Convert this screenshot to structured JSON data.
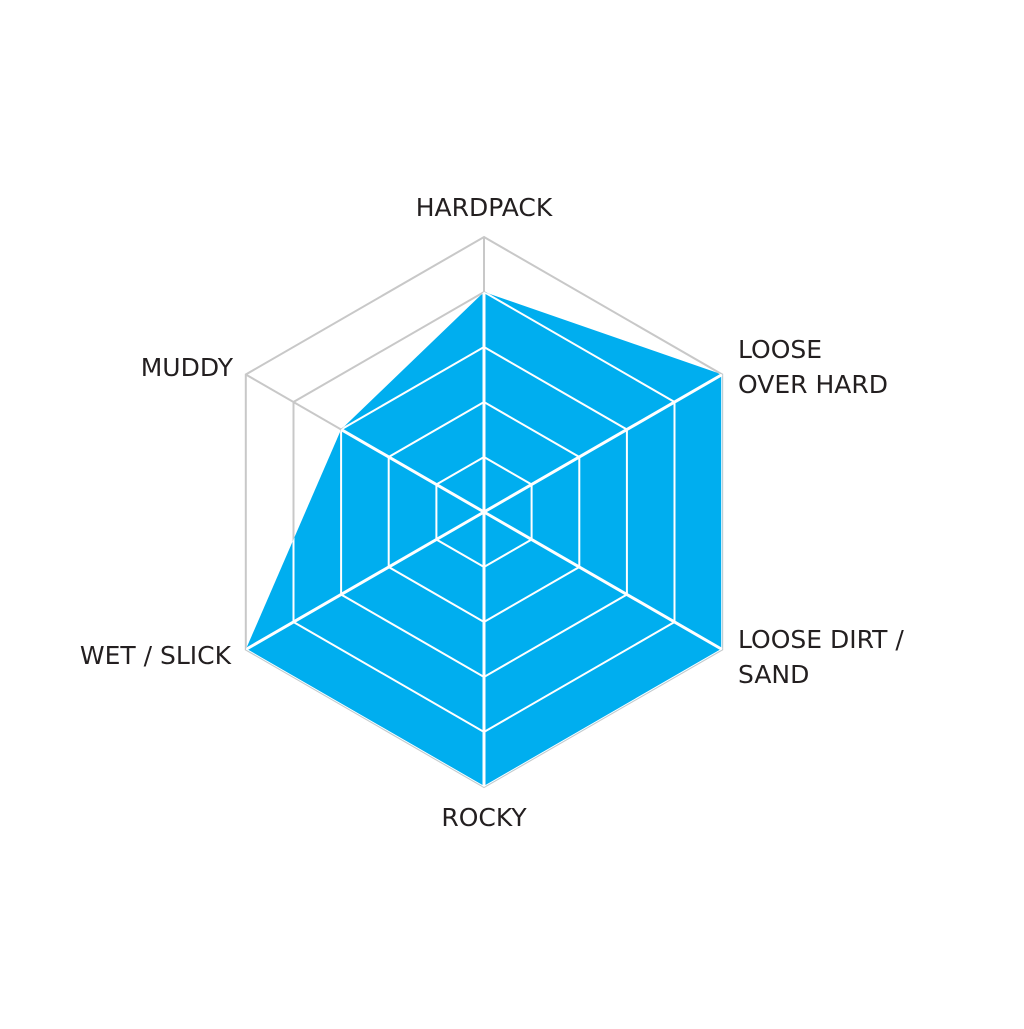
{
  "chart_data": {
    "type": "radar",
    "axes": [
      [
        "HARDPACK"
      ],
      [
        "LOOSE",
        "OVER HARD"
      ],
      [
        "LOOSE DIRT /",
        "SAND"
      ],
      [
        "ROCKY"
      ],
      [
        "WET / SLICK"
      ],
      [
        "MUDDY"
      ]
    ],
    "values": [
      4,
      5,
      5,
      5,
      5,
      3
    ],
    "range": [
      0,
      5
    ],
    "rings": 5,
    "colors": {
      "fill": "#00aeef",
      "grid_outer": "#c8c8c8",
      "grid_inner": "#ffffff",
      "text": "#231f20"
    }
  }
}
